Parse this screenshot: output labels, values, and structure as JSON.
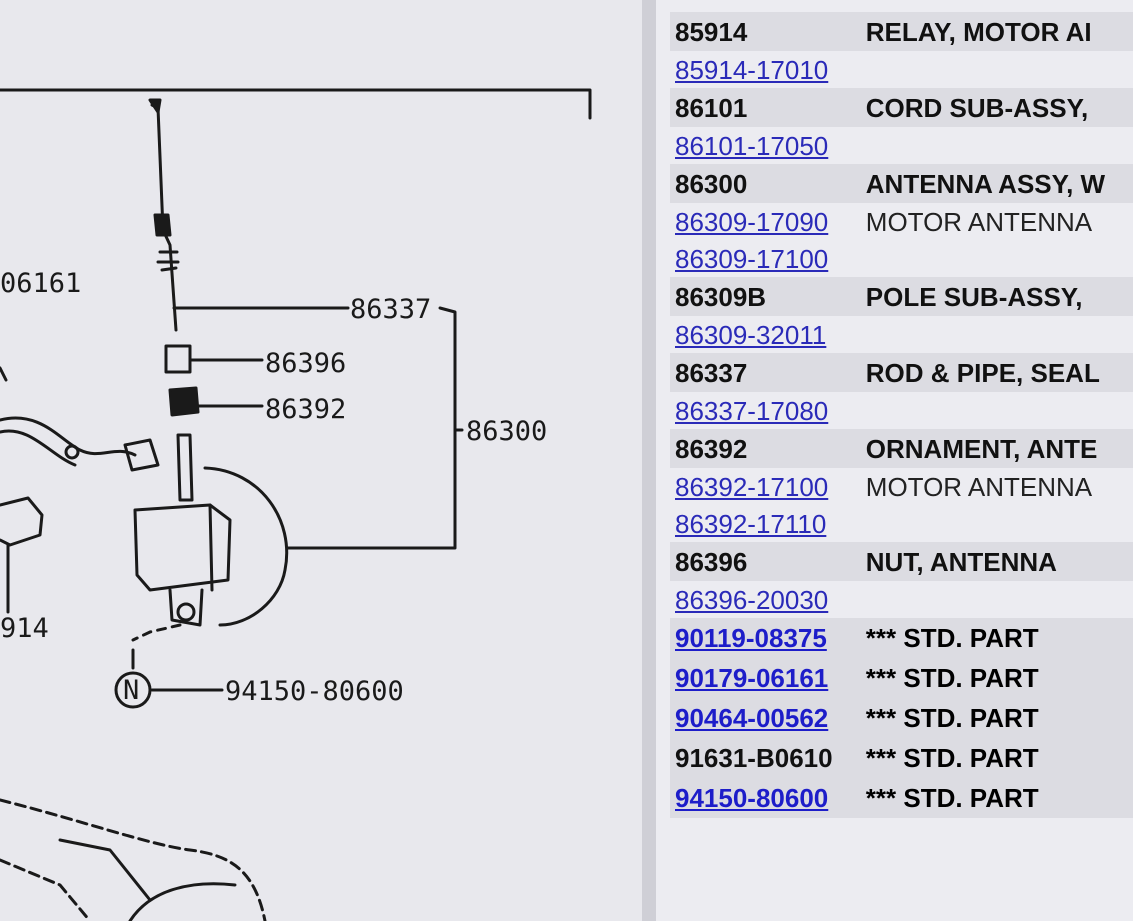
{
  "diagram": {
    "labels": {
      "l_06161": "06161",
      "l_86337": "86337",
      "l_86396": "86396",
      "l_86392": "86392",
      "l_86300": "86300",
      "l_914": "914",
      "l_94150": "94150-80600",
      "l_n": "N"
    }
  },
  "parts": {
    "groups": [
      {
        "code": "85914",
        "desc": "RELAY, MOTOR AI",
        "items": [
          {
            "pn": "85914-17010",
            "note": ""
          }
        ]
      },
      {
        "code": "86101",
        "desc": "CORD SUB-ASSY,",
        "items": [
          {
            "pn": "86101-17050",
            "note": ""
          }
        ]
      },
      {
        "code": "86300",
        "desc": "ANTENNA ASSY, W",
        "items": [
          {
            "pn": "86309-17090",
            "note": "MOTOR ANTENNA"
          },
          {
            "pn": "86309-17100",
            "note": ""
          }
        ]
      },
      {
        "code": "86309B",
        "desc": "POLE SUB-ASSY,",
        "items": [
          {
            "pn": "86309-32011",
            "note": ""
          }
        ]
      },
      {
        "code": "86337",
        "desc": "ROD & PIPE, SEAL",
        "items": [
          {
            "pn": "86337-17080",
            "note": ""
          }
        ]
      },
      {
        "code": "86392",
        "desc": "ORNAMENT, ANTE",
        "items": [
          {
            "pn": "86392-17100",
            "note": "MOTOR ANTENNA"
          },
          {
            "pn": "86392-17110",
            "note": ""
          }
        ]
      },
      {
        "code": "86396",
        "desc": "NUT, ANTENNA",
        "items": [
          {
            "pn": "86396-20030",
            "note": ""
          }
        ]
      }
    ],
    "std": [
      {
        "pn": "90119-08375",
        "desc": "*** STD. PART",
        "link": true
      },
      {
        "pn": "90179-06161",
        "desc": "*** STD. PART",
        "link": true
      },
      {
        "pn": "90464-00562",
        "desc": "*** STD. PART",
        "link": true
      },
      {
        "pn": "91631-B0610",
        "desc": "*** STD. PART",
        "link": false
      },
      {
        "pn": "94150-80600",
        "desc": "*** STD. PART",
        "link": true
      }
    ]
  }
}
